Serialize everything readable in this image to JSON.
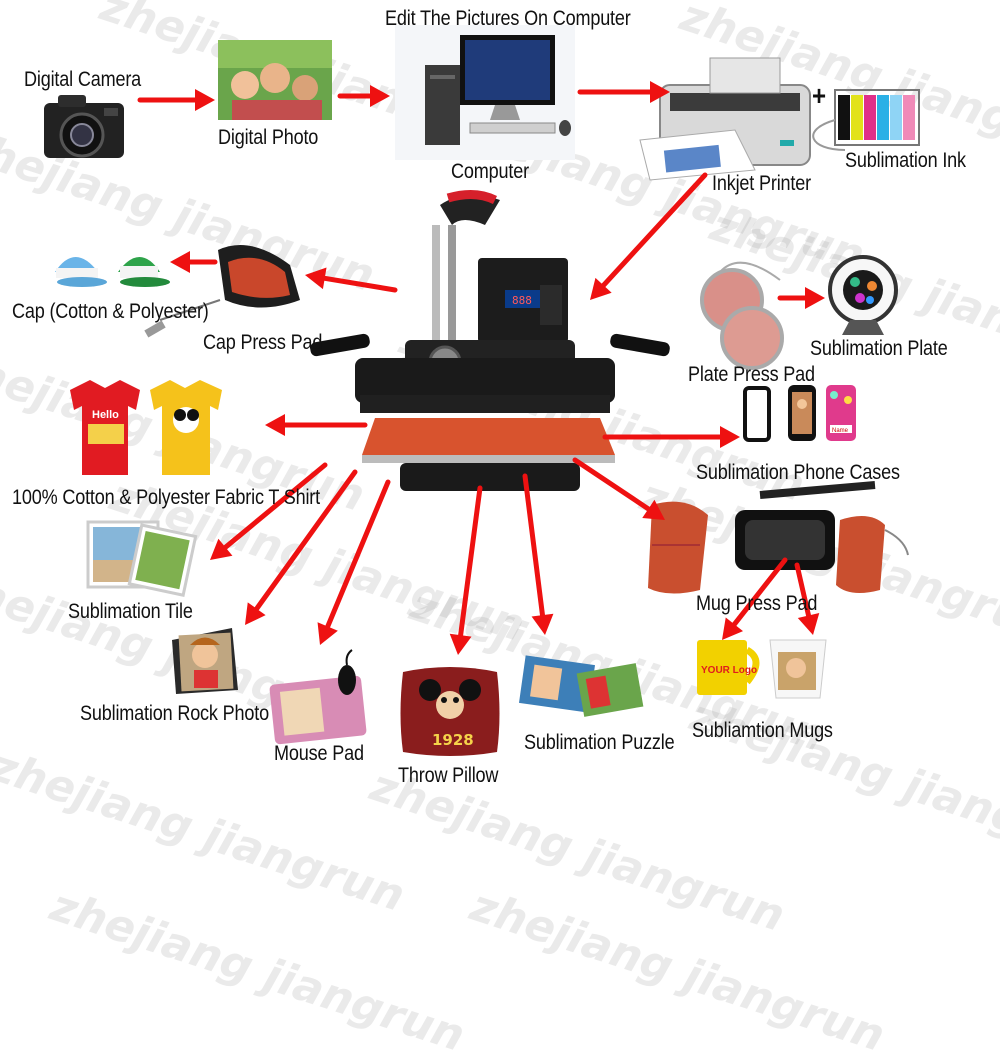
{
  "watermark": "zhejiang jiangrun",
  "colors": {
    "arrow": "#ee1111",
    "press_plate": "#d8532e",
    "press_body": "#1c1c1c"
  },
  "labels": {
    "digital_camera": "Digital Camera",
    "digital_photo": "Digital Photo",
    "edit_pictures": "Edit The Pictures On Computer",
    "computer": "Computer",
    "inkjet_printer": "Inkjet Printer",
    "sublimation_ink": "Sublimation Ink",
    "plus": "+",
    "cap": "Cap (Cotton & Polyester)",
    "cap_press_pad": "Cap Press Pad",
    "sublimation_plate": "Sublimation Plate",
    "plate_press_pad": "Plate Press Pad",
    "tshirt": "100% Cotton & Polyester Fabric T Shirt",
    "phone_cases": "Sublimation Phone Cases",
    "tile": "Sublimation Tile",
    "mug_press_pad": "Mug Press Pad",
    "rock_photo": "Sublimation Rock Photo",
    "mouse_pad": "Mouse Pad",
    "throw_pillow": "Throw Pillow",
    "puzzle": "Sublimation Puzzle",
    "mugs": "Subliamtion Mugs"
  },
  "product_text": {
    "tshirt_red": "Hello",
    "pillow_number": "1928",
    "mug_logo": "YOUR Logo",
    "phone_name": "Name"
  },
  "icons": [
    "camera-icon",
    "photo-icon",
    "computer-icon",
    "printer-icon",
    "ink-system-icon",
    "heat-press-machine",
    "cap-icon",
    "cap-press-pad-icon",
    "plate-press-pad-icon",
    "sublimation-plate-icon",
    "tshirt-icon",
    "phone-case-icon",
    "tile-icon",
    "mug-press-pad-icon",
    "rock-photo-icon",
    "mouse-pad-icon",
    "pillow-icon",
    "puzzle-icon",
    "mug-icon"
  ]
}
